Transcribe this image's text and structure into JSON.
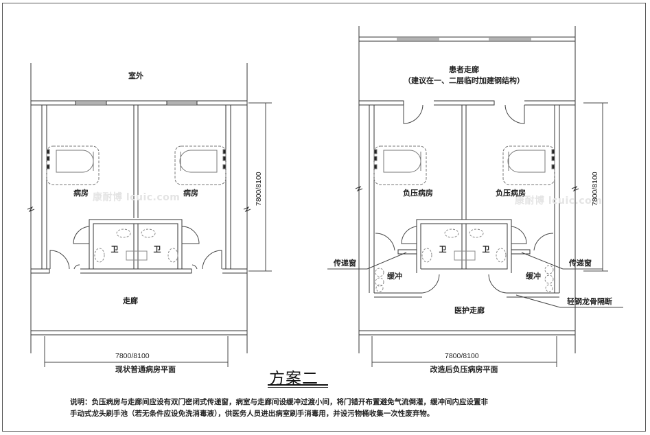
{
  "title": "方案二",
  "left_plan": {
    "caption": "现状普通病房平面",
    "outside_label": "室外",
    "room_left": "病房",
    "room_right": "病房",
    "bath_left": "卫",
    "bath_right": "卫",
    "corridor": "走廊",
    "dim_horizontal": "7800/8100",
    "dim_vertical": "7800/8100"
  },
  "right_plan": {
    "caption": "改造后负压病房平面",
    "patient_corridor": "患者走廊",
    "patient_corridor_note": "（建议在一、二层临时加建钢结构）",
    "room_left": "负压病房",
    "room_right": "负压病房",
    "bath_left": "卫",
    "bath_right": "卫",
    "buffer_left": "缓冲",
    "buffer_right": "缓冲",
    "pass_window_left": "传递窗",
    "pass_window_right": "传递窗",
    "partition": "轻钢龙骨隔断",
    "medical_corridor": "医护走廊",
    "dim_horizontal": "7800/8100",
    "dim_vertical": "7800/8100"
  },
  "watermark": "康耐博 lcuic.com",
  "note": {
    "line1": "说明：负压病房与走廊间应设有双门密闭式传递窗，病室与走廊间设缓冲过渡小间，将门错开布置避免气流倒灌，缓冲间内应设置非",
    "line2": "手动式龙头刷手池（若无条件应设免洗消毒液），供医务人员进出病室刷手消毒用，并设污物桶收集一次性废弃物。"
  }
}
